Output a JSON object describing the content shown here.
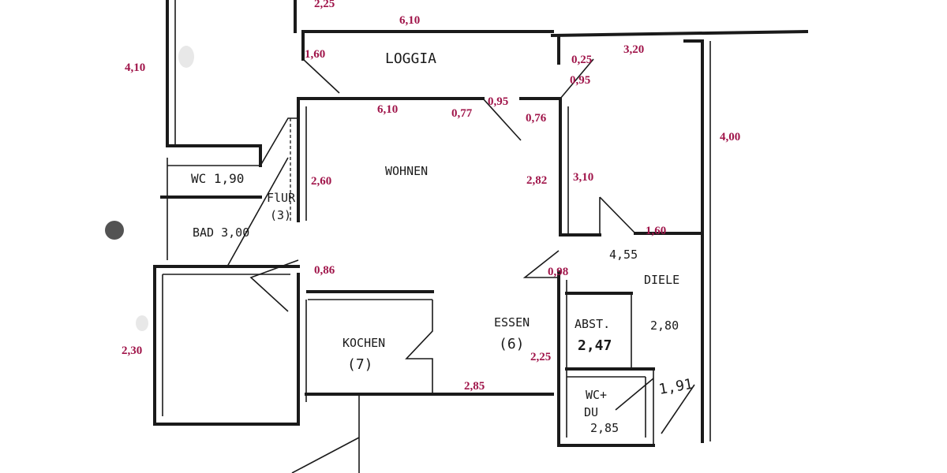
{
  "colors": {
    "ink": "#1a1a1a",
    "dimension": "#a0154a",
    "paper": "#ffffff"
  },
  "rooms": {
    "loggia": "LOGGIA",
    "wohnen": "WOHNEN",
    "wc_top": "WC 1,90",
    "flur": "FlUR",
    "flur_num": "(3)",
    "bad": "BAD 3,00",
    "kochen": "KOCHEN",
    "kochen_num": "(7)",
    "essen": "ESSEN",
    "essen_num": "(6)",
    "abst": "ABST.",
    "abst_val": "2,47",
    "diele": "DIELE",
    "diele_val": "2,80",
    "diele_top": "4,55",
    "wcdu_a": "WC+",
    "wcdu_b": "DU",
    "wcdu_val": "2,85",
    "slope": "1,91"
  },
  "dimensions": {
    "d_2_25_top": "2,25",
    "d_6_10_top": "6,10",
    "d_4_10": "4,10",
    "d_1_60_loggia": "1,60",
    "d_0_25": "0,25",
    "d_3_20": "3,20",
    "d_0_95_right": "0,95",
    "d_6_10_mid": "6,10",
    "d_0_77": "0,77",
    "d_0_95_mid": "0,95",
    "d_0_76": "0,76",
    "d_4_00": "4,00",
    "d_2_60": "2,60",
    "d_2_82": "2,82",
    "d_3_10": "3,10",
    "d_1_60_diele": "1,60",
    "d_0_86": "0,86",
    "d_0_98": "0,98",
    "d_2_30": "2,30",
    "d_2_25_essen": "2,25",
    "d_2_85": "2,85"
  }
}
